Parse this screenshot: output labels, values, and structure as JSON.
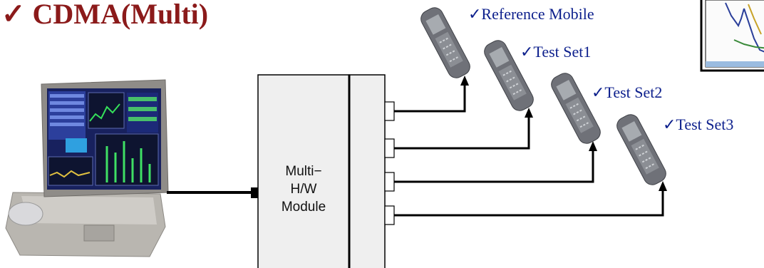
{
  "title": "✓ CDMA(Multi)",
  "module": {
    "line1": "Multi−",
    "line2": "H/W",
    "line3": "Module"
  },
  "devices": {
    "reference": "✓Reference Mobile",
    "test1": "✓Test Set1",
    "test2": "✓Test Set2",
    "test3": "✓Test Set3"
  },
  "colors": {
    "title": "#8b1a1a",
    "labels": "#0c1f8c",
    "module_fill": "#efefef"
  }
}
